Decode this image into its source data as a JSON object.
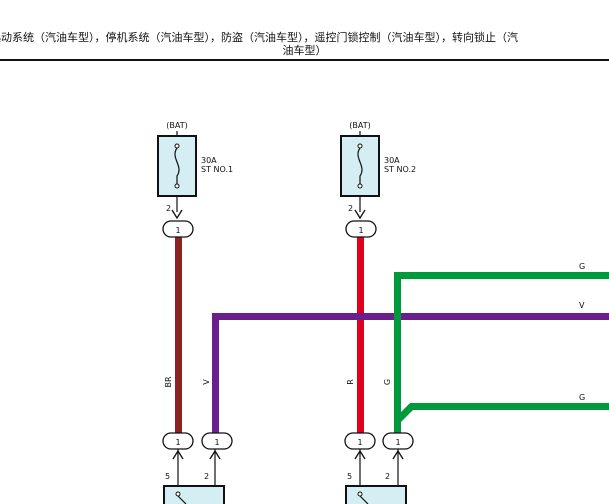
{
  "header": {
    "title_line1": "起动系统（汽油车型），停机系统（汽油车型），防盗（汽油车型），遥控门锁控制（汽油车型），转向锁止（汽",
    "title_line2": "油车型）"
  },
  "fuses": [
    {
      "supply": "(BAT)",
      "rating": "30A",
      "name": "ST NO.1",
      "pin": "2",
      "connector_pin": "1"
    },
    {
      "supply": "(BAT)",
      "rating": "30A",
      "name": "ST NO.2",
      "pin": "2",
      "connector_pin": "1"
    }
  ],
  "wires": {
    "br": {
      "color_code": "BR",
      "hex": "#8b2323"
    },
    "v": {
      "color_code": "V",
      "hex": "#6a1f8a"
    },
    "r": {
      "color_code": "R",
      "hex": "#e0001b"
    },
    "g": {
      "color_code": "G",
      "hex": "#009a3e"
    },
    "g_upper_label": "G",
    "v_right_label": "V",
    "g_lower_label": "G"
  },
  "bottom_connectors": [
    {
      "label": "1",
      "pin": "5"
    },
    {
      "label": "1",
      "pin": "2"
    },
    {
      "label": "1",
      "pin": "5"
    },
    {
      "label": "1",
      "pin": "2"
    }
  ],
  "colors": {
    "fuse_fill": "#d4eef4",
    "line": "#111111"
  }
}
